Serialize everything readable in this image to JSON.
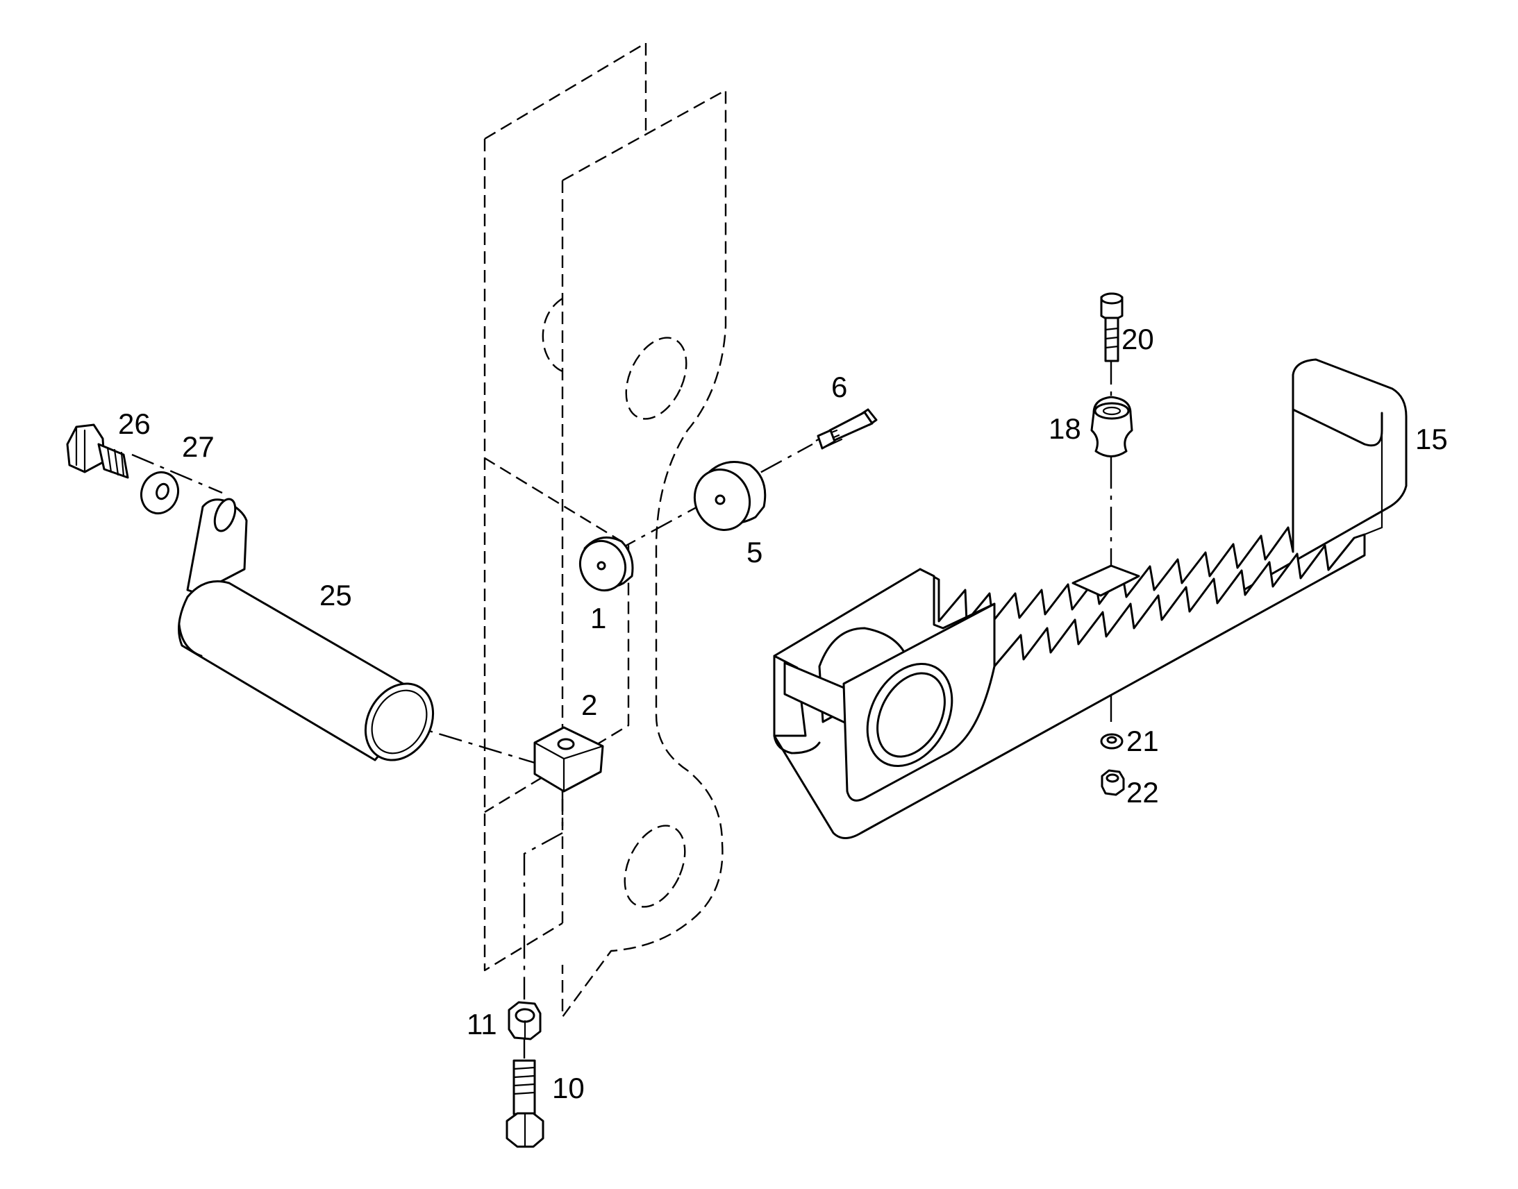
{
  "callouts": {
    "p1": "1",
    "p2": "2",
    "p5": "5",
    "p6": "6",
    "p10": "10",
    "p11": "11",
    "p15": "15",
    "p18": "18",
    "p20": "20",
    "p21": "21",
    "p22": "22",
    "p25": "25",
    "p26": "26",
    "p27": "27"
  },
  "colors": {
    "line": "#000000",
    "background": "#ffffff"
  }
}
